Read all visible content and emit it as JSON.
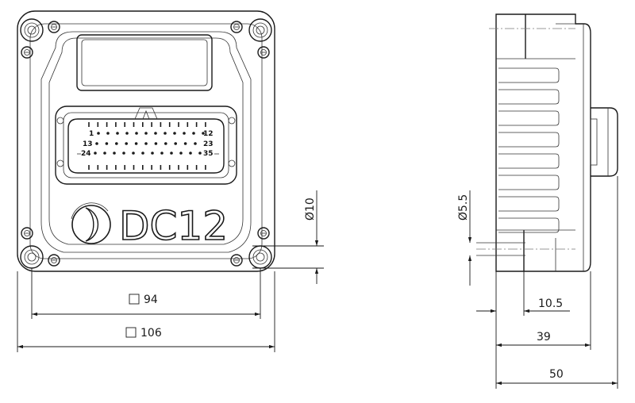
{
  "product": {
    "model_text": "DC12"
  },
  "connector": {
    "pin_labels": [
      "1",
      "12",
      "13",
      "23",
      "24",
      "35"
    ]
  },
  "dimensions": {
    "front_hole_spacing": "94",
    "front_overall_width": "106",
    "hole_diameter": "Ø10",
    "side_hole_diameter": "Ø5.5",
    "side_flange_offset": "10.5",
    "side_body_depth": "39",
    "side_overall_depth": "50"
  }
}
